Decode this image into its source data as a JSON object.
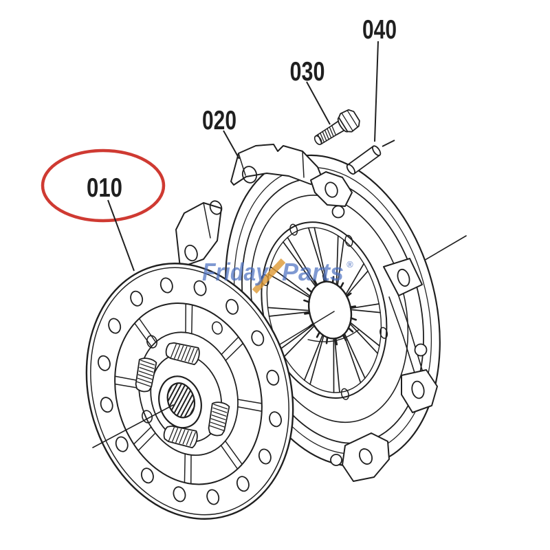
{
  "page": {
    "background": "#ffffff"
  },
  "diagram": {
    "type": "exploded-parts-diagram",
    "line_color": "#1f1f1f",
    "highlight": {
      "color": "#cf3a32",
      "circled_label": "010"
    },
    "labels": [
      {
        "text": "010",
        "highlighted": true
      },
      {
        "text": "020",
        "highlighted": false
      },
      {
        "text": "030",
        "highlighted": false
      },
      {
        "text": "040",
        "highlighted": false
      }
    ],
    "watermark": {
      "first": "Friday",
      "second": "Parts",
      "registered": "®",
      "blue": "#4a6fc0",
      "orange": "#dd9933"
    }
  }
}
